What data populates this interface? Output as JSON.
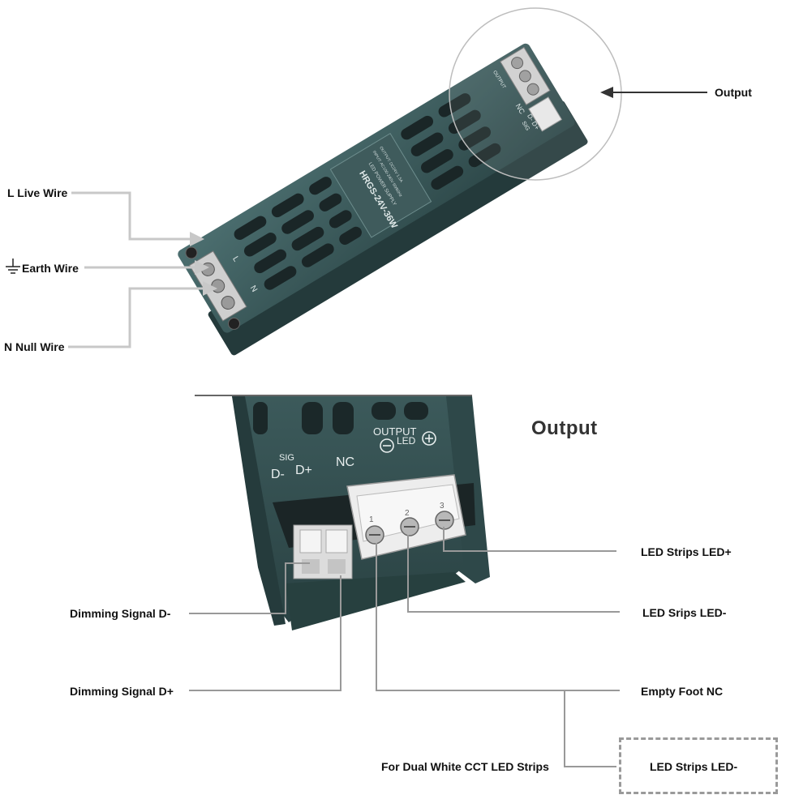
{
  "top": {
    "labels": {
      "output": "Output",
      "live": "L Live Wire",
      "earth": "Earth Wire",
      "null": "N Null Wire"
    },
    "device": {
      "model": "HRGS-24V-36W",
      "subtitle": "LED POWER SUPPLY",
      "spec1": "INPUT: AC100-240V 50/60Hz",
      "spec2": "OUTPUT: DC24V 1.5A",
      "terminal_l": "L",
      "terminal_n": "N",
      "output_mark": "OUTPUT",
      "nc": "NC",
      "sig": "SIG",
      "d_pair": "D- D+"
    }
  },
  "bottom": {
    "heading": "Output",
    "panel": {
      "sig": "SIG",
      "d_minus": "D-",
      "d_plus": "D+",
      "nc": "NC",
      "output": "OUTPUT",
      "led": "LED",
      "terminal_1": "1",
      "terminal_2": "2",
      "terminal_3": "3"
    },
    "labels": {
      "led_plus": "LED Strips LED+",
      "led_minus": "LED Srips LED-",
      "empty_nc": "Empty Foot NC",
      "dim_d_minus": "Dimming Signal D-",
      "dim_d_plus": "Dimming Signal D+",
      "dual_white": "For Dual White CCT LED Strips",
      "led_minus_box": "LED Strips LED-"
    }
  }
}
